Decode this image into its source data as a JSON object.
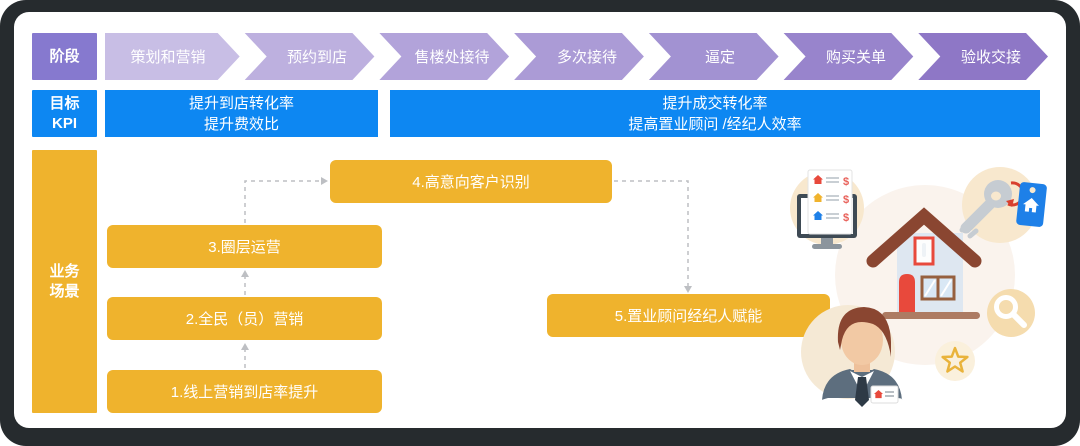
{
  "accent": {
    "frame": "#262b2e",
    "panel": "#ffffff",
    "purple_label": "#8679cf",
    "blue": "#0d87f2",
    "yellow": "#efb32d",
    "connector_gray": "#bdbfc3"
  },
  "stage_row": {
    "label": "阶段",
    "stages": [
      {
        "label": "策划和营销",
        "color": "#c8bee5"
      },
      {
        "label": "预约到店",
        "color": "#bdb0df"
      },
      {
        "label": "售楼处接待",
        "color": "#b2a3da"
      },
      {
        "label": "多次接待",
        "color": "#ab9bd6"
      },
      {
        "label": "逼定",
        "color": "#a292d2"
      },
      {
        "label": "购买关单",
        "color": "#9884cc"
      },
      {
        "label": "验收交接",
        "color": "#8e77c6"
      }
    ]
  },
  "kpi_row": {
    "label_line1": "目标",
    "label_line2": "KPI",
    "bars": [
      {
        "line1": "提升到店转化率",
        "line2": "提升费效比"
      },
      {
        "line1": "提升成交转化率",
        "line2": "提高置业顾问 /经纪人效率"
      }
    ]
  },
  "business_row": {
    "label_line1": "业务",
    "label_line2": "场景",
    "boxes": [
      {
        "label": "1.线上营销到店率提升"
      },
      {
        "label": "2.全民（员）营销"
      },
      {
        "label": "3.圈层运营"
      },
      {
        "label": "4.高意向客户识别"
      },
      {
        "label": "5.置业顾问经纪人赋能"
      }
    ]
  },
  "illustration": {
    "icons": [
      "monitor-listings-icon",
      "key-tag-icon",
      "house-icon",
      "magnifier-icon",
      "star-icon",
      "agent-icon"
    ],
    "dollar": "$",
    "listing_colors": {
      "row1": "#e8493c",
      "row2": "#f0b32d",
      "row3": "#1e80e8"
    }
  }
}
